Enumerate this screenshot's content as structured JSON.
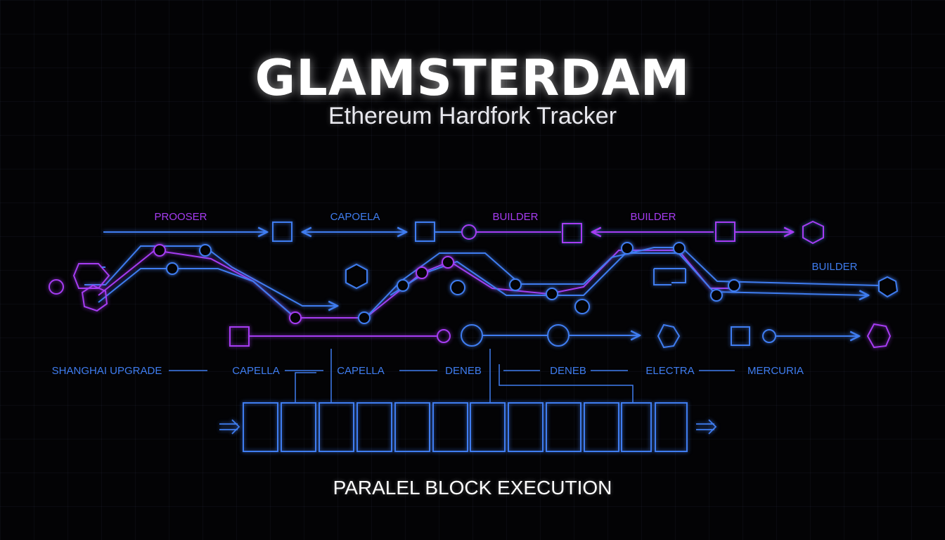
{
  "header": {
    "title": "GLAMSTERDAM",
    "subtitle": "Ethereum Hardfork Tracker"
  },
  "top_labels": [
    {
      "text": "PROOSER",
      "color": "purple"
    },
    {
      "text": "CAPOELA",
      "color": "blue"
    },
    {
      "text": "BUILDER",
      "color": "purple"
    },
    {
      "text": "BUILDER",
      "color": "purple"
    },
    {
      "text": "BUILDER",
      "color": "blue"
    }
  ],
  "timeline_labels": [
    "SHANGHAI UPGRADE",
    "CAPELLA",
    "CAPELLA",
    "DENEB",
    "DENEB",
    "ELECTRA",
    "MERCURIA"
  ],
  "footer": {
    "caption": "PARALEL BLOCK EXECUTION"
  },
  "colors": {
    "background": "#030305",
    "blue": "#3f7df0",
    "purple": "#a63cf2",
    "text": "#ffffff"
  }
}
